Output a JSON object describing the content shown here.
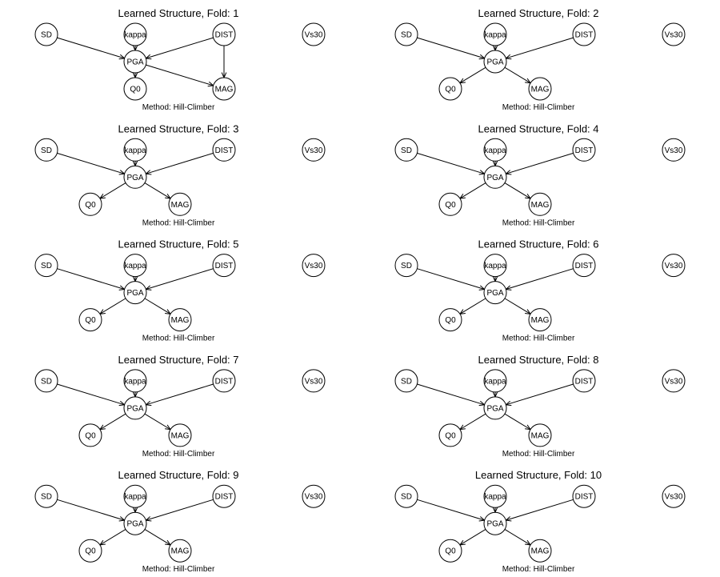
{
  "panels": [
    {
      "title": "Learned Structure, Fold:  1",
      "method": "Method: Hill-Climber",
      "nodes": [
        "SD",
        "kappa",
        "DIST",
        "Vs30",
        "PGA",
        "Q0",
        "MAG"
      ],
      "edges": [
        [
          "SD",
          "PGA"
        ],
        [
          "kappa",
          "PGA"
        ],
        [
          "DIST",
          "PGA"
        ],
        [
          "DIST",
          "MAG"
        ],
        [
          "PGA",
          "Q0"
        ],
        [
          "PGA",
          "MAG"
        ]
      ]
    },
    {
      "title": "Learned Structure, Fold:  2",
      "method": "Method: Hill-Climber",
      "nodes": [
        "SD",
        "kappa",
        "DIST",
        "Vs30",
        "PGA",
        "Q0",
        "MAG"
      ],
      "edges": [
        [
          "SD",
          "PGA"
        ],
        [
          "kappa",
          "PGA"
        ],
        [
          "DIST",
          "PGA"
        ],
        [
          "PGA",
          "Q0"
        ],
        [
          "PGA",
          "MAG"
        ]
      ]
    },
    {
      "title": "Learned Structure, Fold:  3",
      "method": "Method: Hill-Climber",
      "nodes": [
        "SD",
        "kappa",
        "DIST",
        "Vs30",
        "PGA",
        "Q0",
        "MAG"
      ],
      "edges": [
        [
          "SD",
          "PGA"
        ],
        [
          "kappa",
          "PGA"
        ],
        [
          "DIST",
          "PGA"
        ],
        [
          "PGA",
          "Q0"
        ],
        [
          "PGA",
          "MAG"
        ]
      ]
    },
    {
      "title": "Learned Structure, Fold:  4",
      "method": "Method: Hill-Climber",
      "nodes": [
        "SD",
        "kappa",
        "DIST",
        "Vs30",
        "PGA",
        "Q0",
        "MAG"
      ],
      "edges": [
        [
          "SD",
          "PGA"
        ],
        [
          "kappa",
          "PGA"
        ],
        [
          "DIST",
          "PGA"
        ],
        [
          "PGA",
          "Q0"
        ],
        [
          "PGA",
          "MAG"
        ]
      ]
    },
    {
      "title": "Learned Structure, Fold:  5",
      "method": "Method: Hill-Climber",
      "nodes": [
        "SD",
        "kappa",
        "DIST",
        "Vs30",
        "PGA",
        "Q0",
        "MAG"
      ],
      "edges": [
        [
          "SD",
          "PGA"
        ],
        [
          "kappa",
          "PGA"
        ],
        [
          "DIST",
          "PGA"
        ],
        [
          "PGA",
          "Q0"
        ],
        [
          "PGA",
          "MAG"
        ]
      ]
    },
    {
      "title": "Learned Structure, Fold:  6",
      "method": "Method: Hill-Climber",
      "nodes": [
        "SD",
        "kappa",
        "DIST",
        "Vs30",
        "PGA",
        "Q0",
        "MAG"
      ],
      "edges": [
        [
          "SD",
          "PGA"
        ],
        [
          "kappa",
          "PGA"
        ],
        [
          "DIST",
          "PGA"
        ],
        [
          "PGA",
          "Q0"
        ],
        [
          "PGA",
          "MAG"
        ]
      ]
    },
    {
      "title": "Learned Structure, Fold:  7",
      "method": "Method: Hill-Climber",
      "nodes": [
        "SD",
        "kappa",
        "DIST",
        "Vs30",
        "PGA",
        "Q0",
        "MAG"
      ],
      "edges": [
        [
          "SD",
          "PGA"
        ],
        [
          "kappa",
          "PGA"
        ],
        [
          "DIST",
          "PGA"
        ],
        [
          "PGA",
          "Q0"
        ],
        [
          "PGA",
          "MAG"
        ]
      ]
    },
    {
      "title": "Learned Structure, Fold:  8",
      "method": "Method: Hill-Climber",
      "nodes": [
        "SD",
        "kappa",
        "DIST",
        "Vs30",
        "PGA",
        "Q0",
        "MAG"
      ],
      "edges": [
        [
          "SD",
          "PGA"
        ],
        [
          "kappa",
          "PGA"
        ],
        [
          "DIST",
          "PGA"
        ],
        [
          "PGA",
          "Q0"
        ],
        [
          "PGA",
          "MAG"
        ]
      ]
    },
    {
      "title": "Learned Structure, Fold:  9",
      "method": "Method: Hill-Climber",
      "nodes": [
        "SD",
        "kappa",
        "DIST",
        "Vs30",
        "PGA",
        "Q0",
        "MAG"
      ],
      "edges": [
        [
          "SD",
          "PGA"
        ],
        [
          "kappa",
          "PGA"
        ],
        [
          "DIST",
          "PGA"
        ],
        [
          "PGA",
          "Q0"
        ],
        [
          "PGA",
          "MAG"
        ]
      ]
    },
    {
      "title": "Learned Structure, Fold:  10",
      "method": "Method: Hill-Climber",
      "nodes": [
        "SD",
        "kappa",
        "DIST",
        "Vs30",
        "PGA",
        "Q0",
        "MAG"
      ],
      "edges": [
        [
          "SD",
          "PGA"
        ],
        [
          "kappa",
          "PGA"
        ],
        [
          "DIST",
          "PGA"
        ],
        [
          "PGA",
          "Q0"
        ],
        [
          "PGA",
          "MAG"
        ]
      ]
    }
  ]
}
